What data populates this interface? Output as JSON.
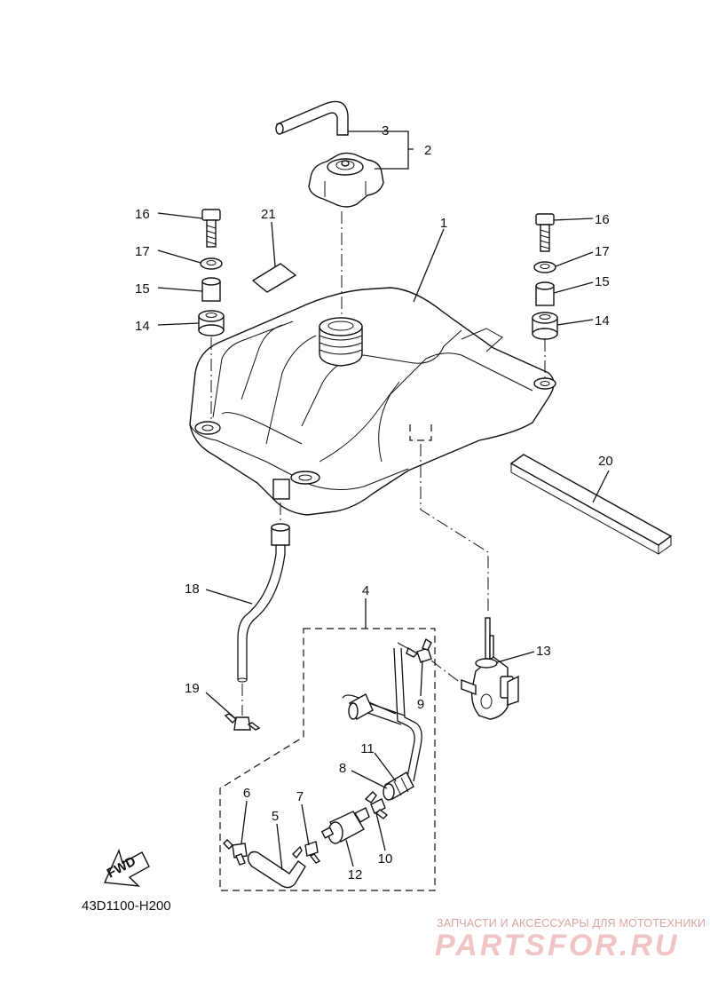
{
  "diagram_code": "43D1100-H200",
  "fwd_label": "FWD",
  "watermark": {
    "subtitle": "ЗАПЧАСТИ И АКСЕССУАРЫ ДЛЯ МОТОТЕХНИКИ",
    "logo": "PARTSFOR.RU"
  },
  "callouts": {
    "c1": "1",
    "c2": "2",
    "c3": "3",
    "c4": "4",
    "c5": "5",
    "c6": "6",
    "c7": "7",
    "c8": "8",
    "c9": "9",
    "c10": "10",
    "c11": "11",
    "c12": "12",
    "c13": "13",
    "c14_left": "14",
    "c14_right": "14",
    "c15_left": "15",
    "c15_right": "15",
    "c16_left": "16",
    "c16_right": "16",
    "c17_left": "17",
    "c17_right": "17",
    "c18": "18",
    "c19": "19",
    "c20": "20",
    "c21": "21"
  },
  "colors": {
    "line": "#111111",
    "watermark_text": "#d9a3a3",
    "watermark_logo": "#f0c4c4"
  }
}
